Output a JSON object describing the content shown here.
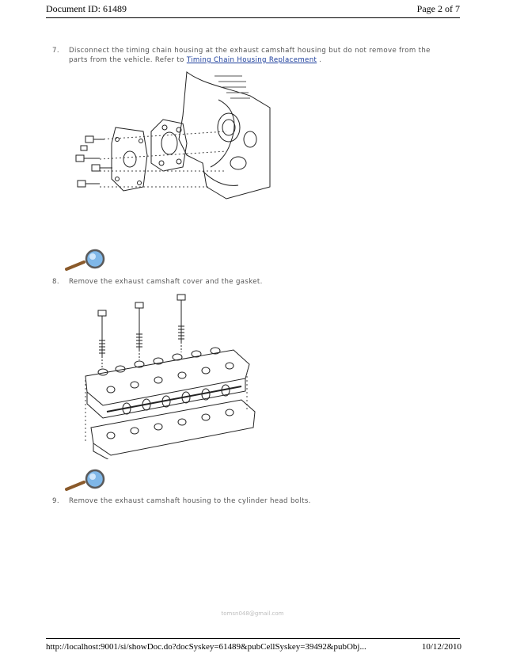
{
  "header": {
    "document_id": "Document ID: 61489",
    "page": "Page 2 of 7"
  },
  "steps": [
    {
      "number": "7.",
      "text_before": "Disconnect the timing chain housing at the exhaust camshaft housing but do not remove from the parts from the vehicle. Refer to ",
      "link": "Timing Chain Housing Replacement",
      "text_after": " ."
    },
    {
      "number": "8.",
      "text": "Remove the exhaust camshaft cover and the gasket."
    },
    {
      "number": "9.",
      "text": "Remove the exhaust camshaft housing to the cylinder head bolts."
    }
  ],
  "watermark": "tomsn048@gmail.com",
  "footer": {
    "url": "http://localhost:9001/si/showDoc.do?docSyskey=61489&pubCellSyskey=39492&pubObj...",
    "date": "10/12/2010"
  }
}
